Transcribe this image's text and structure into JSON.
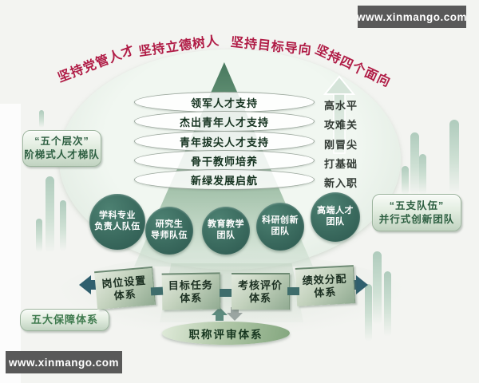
{
  "watermark": {
    "text": "www.xinmango.com"
  },
  "principles": [
    "坚持党管人才",
    "坚持立德树人",
    "坚持目标导向",
    "坚持四个面向"
  ],
  "pyramid": {
    "levels": [
      {
        "label": "领军人才支持",
        "stage": "高水平"
      },
      {
        "label": "杰出青年人才支持",
        "stage": "攻难关"
      },
      {
        "label": "青年拔尖人才支持",
        "stage": "刚冒尖"
      },
      {
        "label": "骨干教师培养",
        "stage": "打基础"
      },
      {
        "label": "新绿发展启航",
        "stage": "新入职"
      }
    ]
  },
  "left_label": {
    "line1": "“五个层次”",
    "line2": "阶梯式人才梯队"
  },
  "right_label": {
    "line1": "“五支队伍”",
    "line2": "并行式创新团队"
  },
  "teams": [
    {
      "line1": "学科专业",
      "line2": "负责人队伍"
    },
    {
      "line1": "研究生",
      "line2": "导师队伍"
    },
    {
      "line1": "教育教学",
      "line2": "团队"
    },
    {
      "line1": "科研创新",
      "line2": "团队"
    },
    {
      "line1": "高端人才",
      "line2": "团队"
    }
  ],
  "systems": [
    {
      "line1": "岗位设置",
      "line2": "体系"
    },
    {
      "line1": "目标任务",
      "line2": "体系"
    },
    {
      "line1": "考核评价",
      "line2": "体系"
    },
    {
      "line1": "绩效分配",
      "line2": "体系"
    }
  ],
  "guarantee_label": "五大保障体系",
  "title_review": "职称评审体系",
  "colors": {
    "principle_red": "#b01c46",
    "circle_teal": "#3a6a5e",
    "pyramid_green": "#47785e",
    "watermark_gray": "#595959",
    "connector_teal": "#3f6d6c"
  }
}
